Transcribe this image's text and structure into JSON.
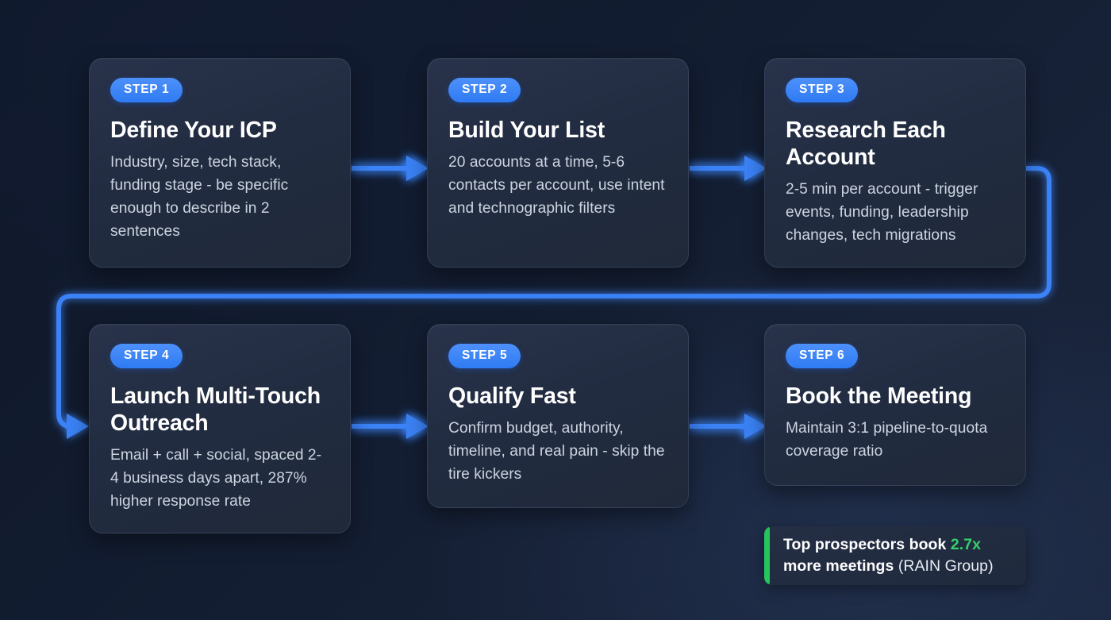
{
  "theme": {
    "background_dark": "#0f1829",
    "background_light": "#1b263e",
    "card_bg": "#232d40",
    "accent_blue": "#3b82f6",
    "badge_blue": "#2f7bf3",
    "title_color": "#ffffff",
    "body_color": "#ccd4e0",
    "callout_green": "#25c55e",
    "highlight_green": "#34d06b"
  },
  "steps": [
    {
      "badge": "STEP 1",
      "title": "Define Your ICP",
      "description": "Industry, size, tech stack, funding stage - be specific enough to describe in 2 sentences"
    },
    {
      "badge": "STEP 2",
      "title": "Build Your List",
      "description": "20 accounts at a time, 5-6 contacts per account, use intent and technographic filters"
    },
    {
      "badge": "STEP 3",
      "title": "Research Each Account",
      "description": "2-5 min per account - trigger events, funding, leadership changes, tech migrations"
    },
    {
      "badge": "STEP 4",
      "title": "Launch Multi-Touch Outreach",
      "description": "Email + call + social, spaced 2-4 business days apart, 287% higher response rate"
    },
    {
      "badge": "STEP 5",
      "title": "Qualify Fast",
      "description": "Confirm budget, authority, timeline, and real pain - skip the tire kickers"
    },
    {
      "badge": "STEP 6",
      "title": "Book the Meeting",
      "description": "Maintain 3:1 pipeline-to-quota coverage ratio"
    }
  ],
  "callout": {
    "lead_text": "Top prospectors book ",
    "highlight": "2.7x",
    "continuation": " more meetings ",
    "source": "(RAIN Group)"
  },
  "connectors": {
    "arrow_1_to_2": "arrow-right",
    "arrow_2_to_3": "arrow-right",
    "wrap_3_to_4": "wrap-around-arrow",
    "arrow_4_to_5": "arrow-right",
    "arrow_5_to_6": "arrow-right"
  }
}
